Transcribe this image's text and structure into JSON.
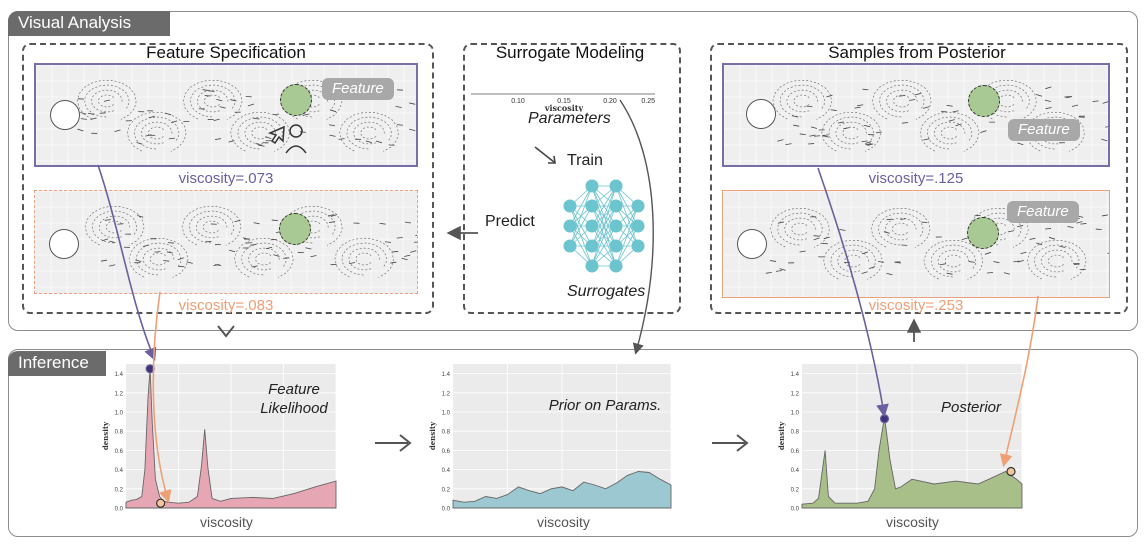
{
  "sections": {
    "visual_analysis": "Visual Analysis",
    "inference": "Inference",
    "feature_spec": "Feature Specification",
    "surrogate": "Surrogate Modeling",
    "samples": "Samples from Posterior"
  },
  "feature_badge": "Feature",
  "viscosity_labels": {
    "spec_user": "viscosity=.073",
    "spec_pred": "viscosity=.083",
    "post_top": "viscosity=.125",
    "post_bottom": "viscosity=.253"
  },
  "surrogate": {
    "param_axis_title": "viscosity",
    "param_ticks": [
      "0.10",
      "0.15",
      "0.20",
      "0.25"
    ],
    "parameters": "Parameters",
    "train": "Train",
    "predict": "Predict",
    "surrogates": "Surrogates"
  },
  "colors": {
    "purple": "#6b5fa0",
    "orange": "#ef9f74",
    "likelihood_fill": "#e6a6b3",
    "prior_fill": "#9cc8d2",
    "posterior_fill": "#a8bf8a",
    "network": "#6cc4cf",
    "feature_circle": "#a8c894"
  },
  "chart_data": [
    {
      "type": "area",
      "title": "Feature Likelihood",
      "xlabel": "viscosity",
      "ylabel": "density",
      "xlim": [
        0.05,
        0.25
      ],
      "ylim": [
        0,
        1.5
      ],
      "x_ticks": [
        "0.10",
        "0.15",
        "0.20",
        "0.25"
      ],
      "y_ticks": [
        "0.0",
        "0.2",
        "0.4",
        "0.6",
        "0.8",
        "1.0",
        "1.2",
        "1.4"
      ],
      "x": [
        0.05,
        0.055,
        0.06,
        0.065,
        0.068,
        0.071,
        0.073,
        0.075,
        0.078,
        0.082,
        0.086,
        0.09,
        0.1,
        0.11,
        0.118,
        0.122,
        0.125,
        0.128,
        0.132,
        0.14,
        0.15,
        0.17,
        0.19,
        0.21,
        0.23,
        0.25
      ],
      "y": [
        0.06,
        0.08,
        0.09,
        0.12,
        0.4,
        1.15,
        1.45,
        0.9,
        0.3,
        0.12,
        0.07,
        0.06,
        0.05,
        0.06,
        0.12,
        0.45,
        0.82,
        0.42,
        0.1,
        0.07,
        0.1,
        0.11,
        0.1,
        0.15,
        0.22,
        0.28
      ],
      "markers": [
        {
          "x": 0.073,
          "y": 1.45,
          "series": "purple"
        },
        {
          "x": 0.083,
          "y": 0.05,
          "series": "orange"
        }
      ]
    },
    {
      "type": "area",
      "title": "Prior on Params.",
      "xlabel": "viscosity",
      "ylabel": "density",
      "xlim": [
        0.05,
        0.25
      ],
      "ylim": [
        0,
        1.5
      ],
      "x_ticks": [
        "0.10",
        "0.15",
        "0.20",
        "0.25"
      ],
      "y_ticks": [
        "0.0",
        "0.2",
        "0.4",
        "0.6",
        "0.8",
        "1.0",
        "1.2",
        "1.4"
      ],
      "x": [
        0.05,
        0.06,
        0.07,
        0.08,
        0.09,
        0.1,
        0.11,
        0.12,
        0.13,
        0.14,
        0.15,
        0.16,
        0.17,
        0.18,
        0.19,
        0.2,
        0.21,
        0.22,
        0.23,
        0.24,
        0.25
      ],
      "y": [
        0.08,
        0.06,
        0.07,
        0.12,
        0.1,
        0.14,
        0.22,
        0.18,
        0.15,
        0.2,
        0.22,
        0.18,
        0.27,
        0.24,
        0.2,
        0.26,
        0.34,
        0.38,
        0.37,
        0.3,
        0.24
      ]
    },
    {
      "type": "area",
      "title": "Posterior",
      "xlabel": "viscosity",
      "ylabel": "density",
      "xlim": [
        0.05,
        0.25
      ],
      "ylim": [
        0,
        1.5
      ],
      "x_ticks": [
        "0.10",
        "0.15",
        "0.20",
        "0.25"
      ],
      "y_ticks": [
        "0.0",
        "0.2",
        "0.4",
        "0.6",
        "0.8",
        "1.0",
        "1.2",
        "1.4"
      ],
      "x": [
        0.05,
        0.06,
        0.065,
        0.068,
        0.071,
        0.074,
        0.08,
        0.09,
        0.1,
        0.11,
        0.116,
        0.12,
        0.125,
        0.13,
        0.135,
        0.14,
        0.15,
        0.17,
        0.19,
        0.21,
        0.22,
        0.235,
        0.245,
        0.25
      ],
      "y": [
        0.04,
        0.05,
        0.1,
        0.35,
        0.6,
        0.12,
        0.05,
        0.05,
        0.05,
        0.07,
        0.2,
        0.6,
        0.95,
        0.5,
        0.2,
        0.22,
        0.3,
        0.25,
        0.28,
        0.25,
        0.3,
        0.38,
        0.3,
        0.25
      ],
      "markers": [
        {
          "x": 0.125,
          "y": 0.93,
          "series": "purple"
        },
        {
          "x": 0.24,
          "y": 0.38,
          "series": "orange"
        }
      ]
    }
  ]
}
